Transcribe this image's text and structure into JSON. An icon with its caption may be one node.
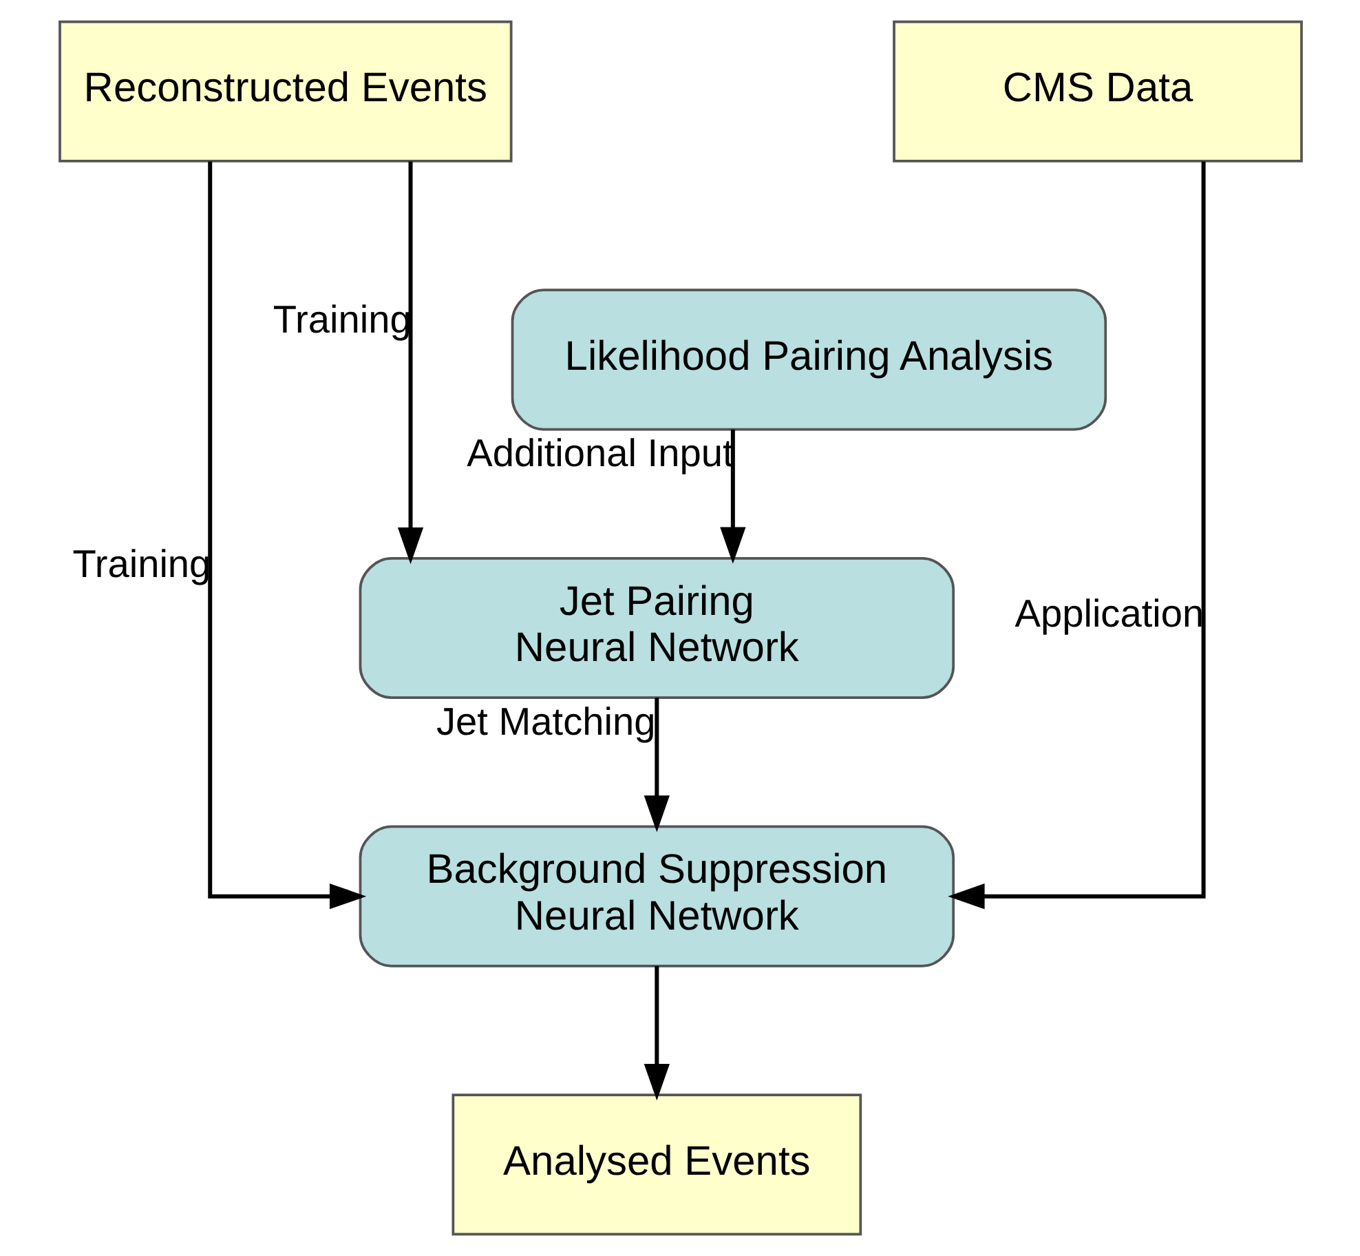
{
  "diagram": {
    "nodes": [
      {
        "text": [
          "Reconstructed Events"
        ]
      },
      {
        "text": [
          "CMS Data"
        ]
      },
      {
        "text": [
          "Likelihood Pairing Analysis"
        ]
      },
      {
        "text": [
          "Jet Pairing Neural Network"
        ]
      },
      {
        "text": [
          "Background Suppression Neural Network"
        ]
      },
      {
        "text": [
          "Analysed Events"
        ]
      }
    ],
    "edges": [
      {
        "from": 2,
        "to": 3,
        "arrow": "to",
        "label": "Additional Input"
      },
      {
        "from": 0,
        "to": 3,
        "arrow": "to",
        "label": "Training"
      },
      {
        "from": 3,
        "to": 4,
        "arrow": "to",
        "label": "Jet Matching"
      },
      {
        "from": 0,
        "to": 4,
        "arrow": "to",
        "label": "Training"
      },
      {
        "from": 1,
        "to": 4,
        "arrow": "to",
        "label": "Application"
      },
      {
        "from": 4,
        "to": 5,
        "arrow": "to"
      }
    ]
  }
}
